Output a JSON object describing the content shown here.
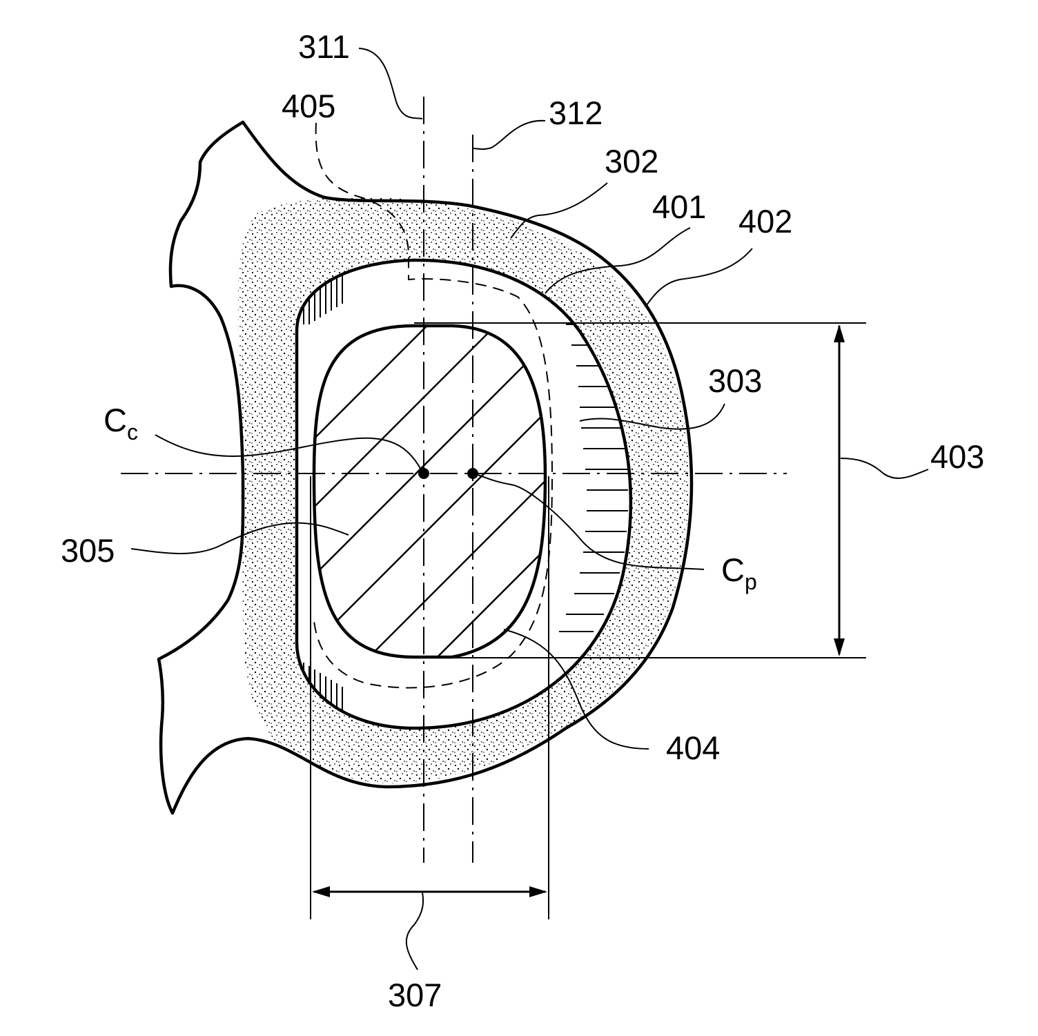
{
  "figure": {
    "labels": {
      "l311": "311",
      "l405": "405",
      "l312": "312",
      "l302": "302",
      "l401": "401",
      "l402": "402",
      "l303": "303",
      "l403": "403",
      "l305": "305",
      "l404": "404",
      "l307": "307",
      "cc_main": "C",
      "cc_sub": "c",
      "cp_main": "C",
      "cp_sub": "p"
    }
  }
}
